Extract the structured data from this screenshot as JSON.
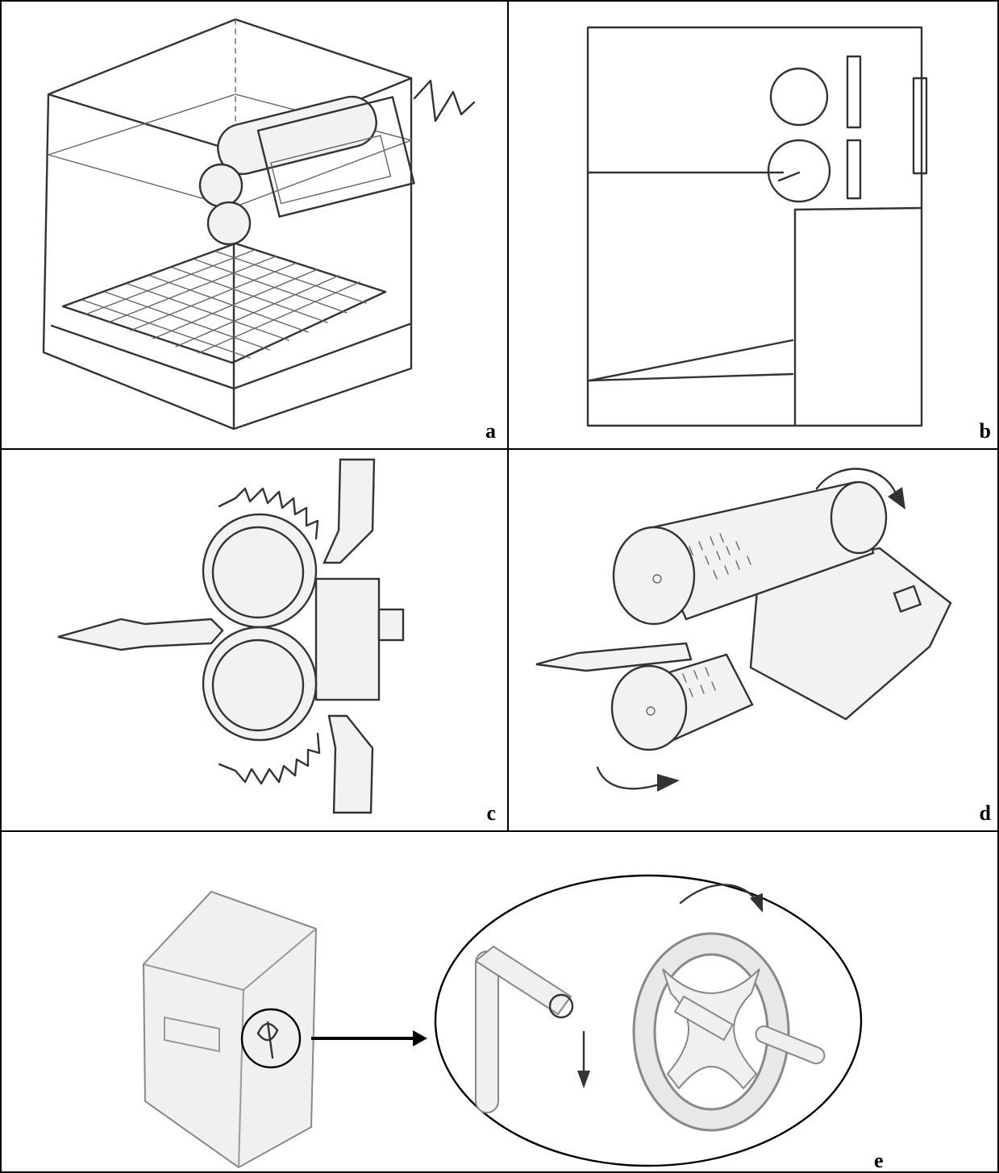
{
  "panels": [
    {
      "id": "a",
      "label": "a"
    },
    {
      "id": "b",
      "label": "b"
    },
    {
      "id": "c",
      "label": "c"
    },
    {
      "id": "d",
      "label": "d"
    },
    {
      "id": "e",
      "label": "e"
    }
  ],
  "colors": {
    "line": "#333333",
    "light_line": "#999999",
    "border": "#000000"
  }
}
